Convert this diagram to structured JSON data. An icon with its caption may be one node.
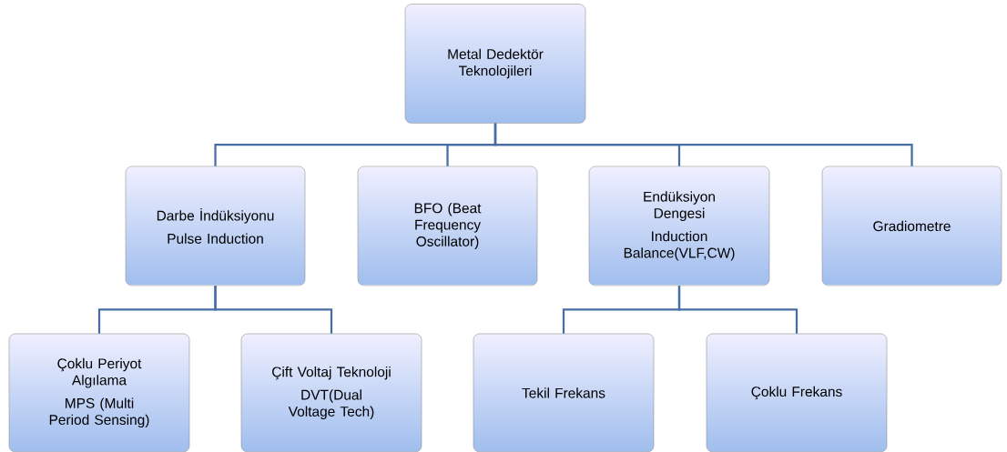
{
  "diagram": {
    "nodes": [
      {
        "text": [
          "Metal Dedektör Teknolojileri"
        ]
      },
      {
        "text": [
          "Darbe İndüksiyonu",
          "Pulse Induction"
        ]
      },
      {
        "text": [
          "BFO (Beat Frequency Oscillator)"
        ]
      },
      {
        "text": [
          "Endüksiyon Dengesi",
          "Induction Balance(VLF,CW)"
        ]
      },
      {
        "text": [
          "Gradiometre"
        ]
      },
      {
        "text": [
          "Çoklu Periyot Algılama",
          "MPS (Multi Period Sensing)"
        ]
      },
      {
        "text": [
          "Çift Voltaj Teknoloji",
          "DVT(Dual Voltage Tech)"
        ]
      },
      {
        "text": [
          "Tekil Frekans"
        ]
      },
      {
        "text": [
          "Çoklu Frekans"
        ]
      }
    ],
    "edges": [
      {
        "from": 0,
        "to": 1,
        "arrow": "none"
      },
      {
        "from": 0,
        "to": 2,
        "arrow": "none"
      },
      {
        "from": 0,
        "to": 3,
        "arrow": "none"
      },
      {
        "from": 0,
        "to": 4,
        "arrow": "none"
      },
      {
        "from": 1,
        "to": 5,
        "arrow": "none"
      },
      {
        "from": 1,
        "to": 6,
        "arrow": "none"
      },
      {
        "from": 3,
        "to": 7,
        "arrow": "none"
      },
      {
        "from": 3,
        "to": 8,
        "arrow": "none"
      }
    ]
  }
}
